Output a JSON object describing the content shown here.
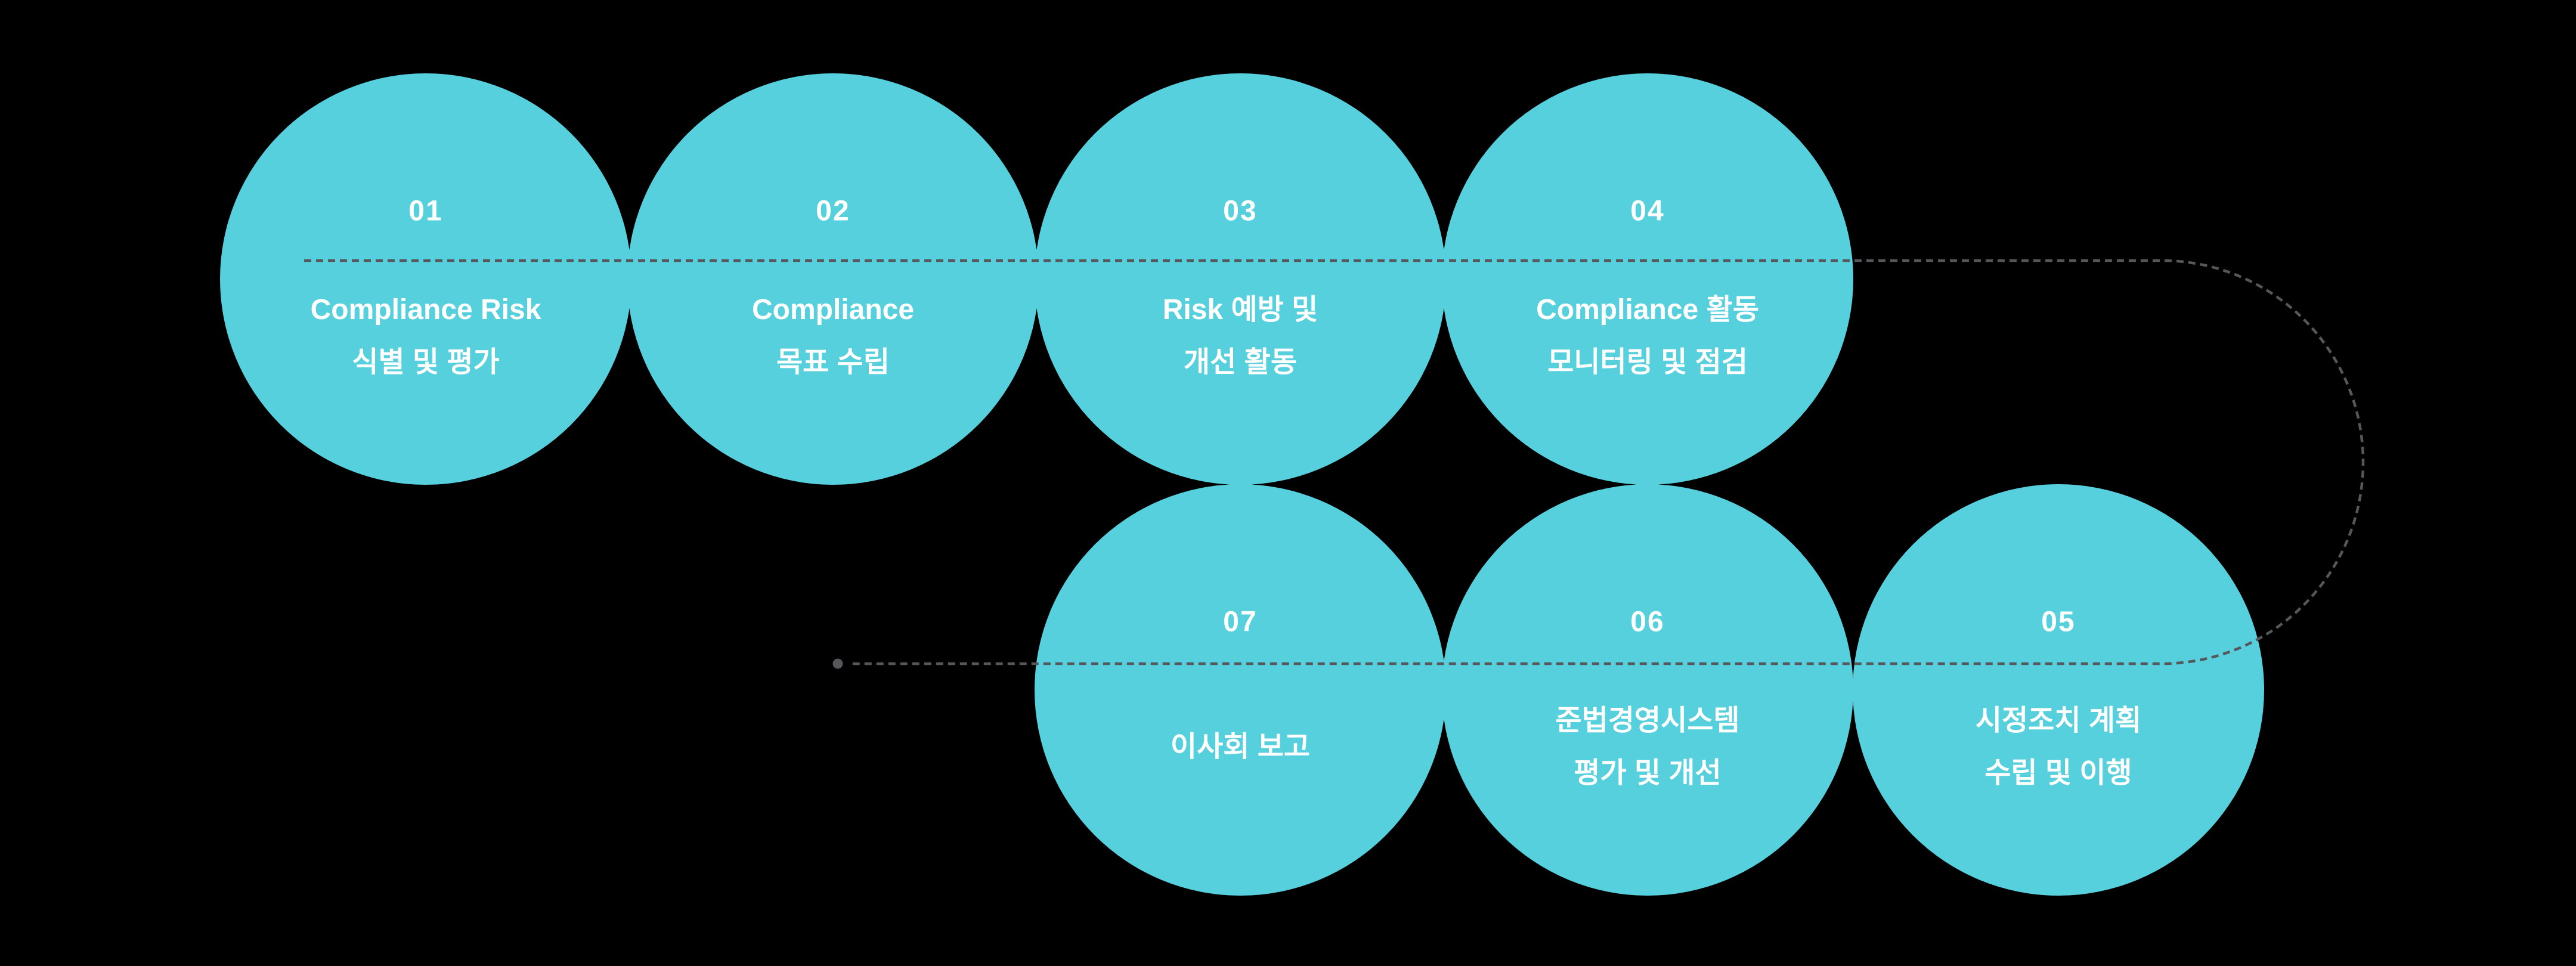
{
  "diagram": {
    "description": "Compliance management process flow, 7 numbered circular steps connected by a dashed loop line",
    "language": "Korean"
  },
  "colors": {
    "background": "#000000",
    "circle_fill": "#57D0DD",
    "connector": "#56575B",
    "text": "#FFFFFF"
  },
  "steps": [
    {
      "number": "01",
      "line1": "Compliance Risk",
      "line2": "식별 및 평가"
    },
    {
      "number": "02",
      "line1": "Compliance",
      "line2": "목표 수립"
    },
    {
      "number": "03",
      "line1": "Risk 예방 및",
      "line2": "개선 활동"
    },
    {
      "number": "04",
      "line1": "Compliance 활동",
      "line2": "모니터링 및 점검"
    },
    {
      "number": "05",
      "line1": "시정조치 계획",
      "line2": "수립 및 이행"
    },
    {
      "number": "06",
      "line1": "준법경영시스템",
      "line2": "평가 및 개선"
    },
    {
      "number": "07",
      "line1": "이사회 보고",
      "line2": ""
    }
  ]
}
